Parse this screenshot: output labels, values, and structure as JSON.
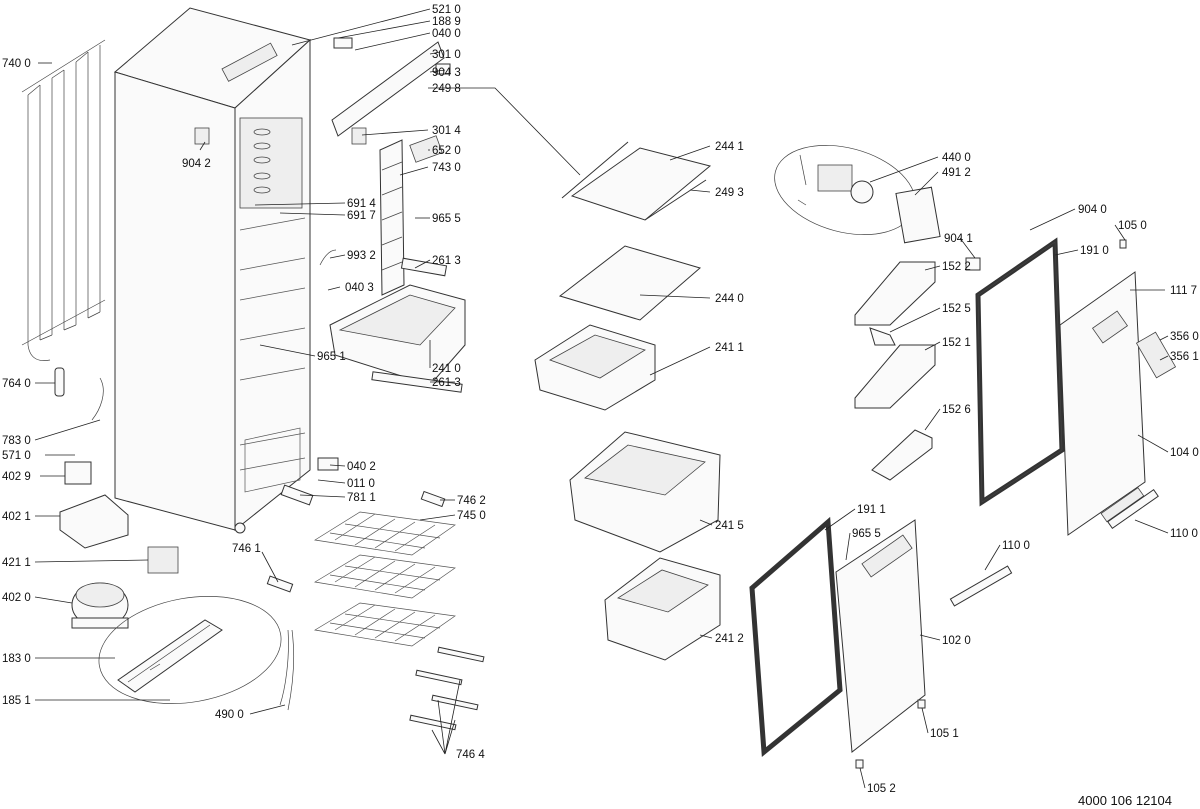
{
  "document_number": "4000 106 12104",
  "labels": [
    {
      "id": "521-0",
      "text": "521 0"
    },
    {
      "id": "188-9",
      "text": "188 9"
    },
    {
      "id": "040-0",
      "text": "040 0"
    },
    {
      "id": "301-0",
      "text": "301 0"
    },
    {
      "id": "904-3",
      "text": "904 3"
    },
    {
      "id": "249-8",
      "text": "249 8"
    },
    {
      "id": "301-4",
      "text": "301 4"
    },
    {
      "id": "652-0",
      "text": "652 0"
    },
    {
      "id": "743-0",
      "text": "743 0"
    },
    {
      "id": "740-0",
      "text": "740 0"
    },
    {
      "id": "904-2",
      "text": "904 2"
    },
    {
      "id": "691-4",
      "text": "691 4"
    },
    {
      "id": "691-7",
      "text": "691 7"
    },
    {
      "id": "965-5a",
      "text": "965 5"
    },
    {
      "id": "993-2",
      "text": "993 2"
    },
    {
      "id": "261-3a",
      "text": "261 3"
    },
    {
      "id": "040-3",
      "text": "040 3"
    },
    {
      "id": "965-1",
      "text": "965 1"
    },
    {
      "id": "241-0",
      "text": "241 0"
    },
    {
      "id": "261-3b",
      "text": "261 3"
    },
    {
      "id": "764-0",
      "text": "764 0"
    },
    {
      "id": "783-0",
      "text": "783 0"
    },
    {
      "id": "571-0",
      "text": "571 0"
    },
    {
      "id": "402-9",
      "text": "402 9"
    },
    {
      "id": "040-2",
      "text": "040 2"
    },
    {
      "id": "011-0",
      "text": "011 0"
    },
    {
      "id": "781-1",
      "text": "781 1"
    },
    {
      "id": "746-2",
      "text": "746 2"
    },
    {
      "id": "745-0",
      "text": "745 0"
    },
    {
      "id": "402-1",
      "text": "402 1"
    },
    {
      "id": "421-1",
      "text": "421 1"
    },
    {
      "id": "746-1",
      "text": "746 1"
    },
    {
      "id": "402-0",
      "text": "402 0"
    },
    {
      "id": "183-0",
      "text": "183 0"
    },
    {
      "id": "185-1",
      "text": "185 1"
    },
    {
      "id": "490-0",
      "text": "490 0"
    },
    {
      "id": "746-4",
      "text": "746 4"
    },
    {
      "id": "244-1",
      "text": "244 1"
    },
    {
      "id": "249-3",
      "text": "249 3"
    },
    {
      "id": "244-0",
      "text": "244 0"
    },
    {
      "id": "241-1",
      "text": "241 1"
    },
    {
      "id": "241-5",
      "text": "241 5"
    },
    {
      "id": "241-2",
      "text": "241 2"
    },
    {
      "id": "440-0",
      "text": "440 0"
    },
    {
      "id": "491-2",
      "text": "491 2"
    },
    {
      "id": "904-0",
      "text": "904 0"
    },
    {
      "id": "105-0",
      "text": "105 0"
    },
    {
      "id": "904-1",
      "text": "904 1"
    },
    {
      "id": "191-0",
      "text": "191 0"
    },
    {
      "id": "152-2",
      "text": "152 2"
    },
    {
      "id": "111-7",
      "text": "111 7"
    },
    {
      "id": "152-5",
      "text": "152 5"
    },
    {
      "id": "356-0",
      "text": "356 0"
    },
    {
      "id": "152-1",
      "text": "152 1"
    },
    {
      "id": "356-1",
      "text": "356 1"
    },
    {
      "id": "152-6",
      "text": "152 6"
    },
    {
      "id": "104-0",
      "text": "104 0"
    },
    {
      "id": "110-0a",
      "text": "110 0"
    },
    {
      "id": "191-1",
      "text": "191 1"
    },
    {
      "id": "965-5b",
      "text": "965 5"
    },
    {
      "id": "110-0b",
      "text": "110 0"
    },
    {
      "id": "102-0",
      "text": "102 0"
    },
    {
      "id": "105-1",
      "text": "105 1"
    },
    {
      "id": "105-2",
      "text": "105 2"
    }
  ]
}
